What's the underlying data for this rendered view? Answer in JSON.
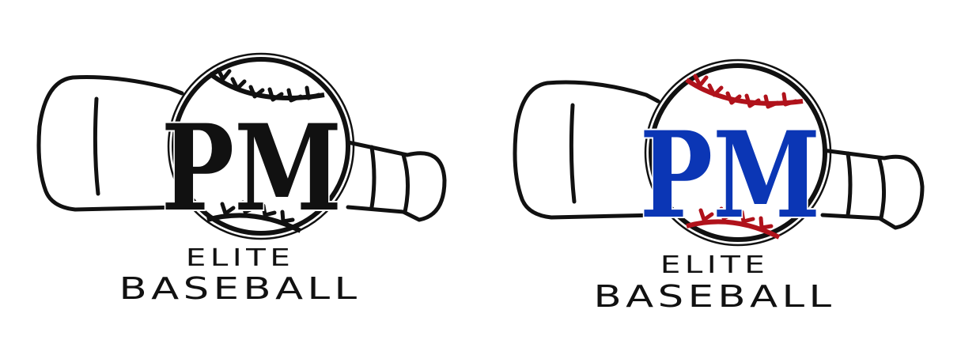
{
  "logos": [
    {
      "monogram": "PM",
      "line1": "ELITE",
      "line2": "BASEBALL",
      "colors": {
        "monogram": "#111111",
        "stitches": "#111111",
        "outline": "#111111",
        "text": "#111111"
      }
    },
    {
      "monogram": "PM",
      "line1": "ELITE",
      "line2": "BASEBALL",
      "colors": {
        "monogram": "#0b36b5",
        "stitches": "#b0121b",
        "outline": "#111111",
        "text": "#111111"
      }
    }
  ],
  "icons": [
    "baseball-bat-icon",
    "baseball-icon"
  ]
}
